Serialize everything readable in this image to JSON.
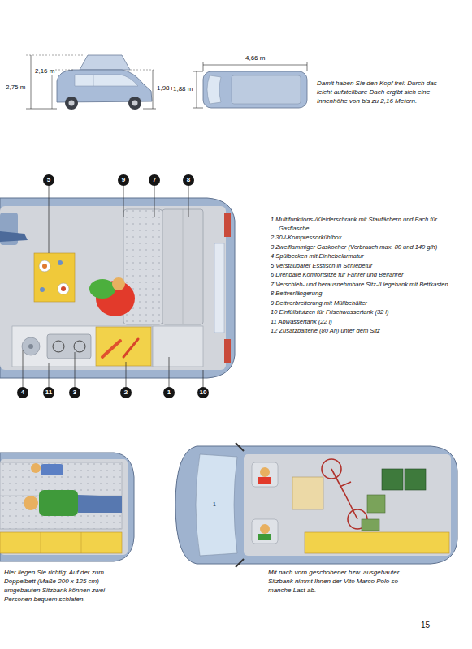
{
  "diagram": {
    "labels": [
      "2,16 m",
      "2,75 m",
      "1,98 m",
      "4,66 m",
      "1,88 m",
      "Damit haben Sie den Kopf frei: Durch das leicht aufstellbare Dach ergibt sich eine Innenhöhe von bis zu 2,16 Metern.",
      "5",
      "9",
      "7",
      "8",
      "4",
      "11",
      "3",
      "2",
      "1",
      "10",
      "1 Multifunktions-/Kleiderschrank mit Staufächern und Fach für Gasflasche",
      "2 30-l-Kompressorkühlbox",
      "3 Zweiflammiger Gaskocher (Verbrauch max. 80 und 140 g/h)",
      "4 Spülbecken mit Einhebelarmatur",
      "5 Verstaubarer Esstisch in Schiebetür",
      "6 Drehbare Komfortsitze für Fahrer und Beifahrer",
      "7 Verschieb- und herausnehmbare Sitz-/Liegebank mit Bettkasten",
      "8 Bettverlängerung",
      "9 Bettverbreiterung mit Müllbehälter",
      "10 Einfüllstutzen für Frischwassertank (32 l)",
      "11 Abwassertank (22 l)",
      "12 Zusatzbatterie (80 Ah) unter dem Sitz",
      "1",
      "Hier liegen Sie richtig: Auf der zum Doppelbett (Maße 200 x 125 cm) umgebauten Sitzbank können zwei Personen bequem schlafen.",
      "Mit nach vorn geschobener bzw. ausgebauter Sitzbank nimmt Ihnen der Vito Marco Polo so manche Last ab.",
      "15"
    ]
  }
}
